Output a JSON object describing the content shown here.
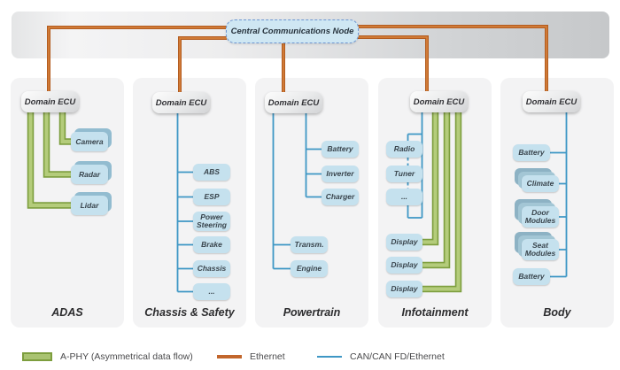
{
  "central_node": {
    "label": "Central Communications Node"
  },
  "domain_ecu_label": "Domain ECU",
  "columns": [
    {
      "name": "ADAS",
      "devices": [
        "Camera",
        "Radar",
        "Lidar"
      ]
    },
    {
      "name": "Chassis & Safety",
      "devices": [
        "ABS",
        "ESP",
        "Power Steering",
        "Brake",
        "Chassis",
        "..."
      ]
    },
    {
      "name": "Powertrain",
      "devices": [
        "Battery",
        "Inverter",
        "Charger",
        "Transm.",
        "Engine"
      ]
    },
    {
      "name": "Infotainment",
      "devices": [
        "Radio",
        "Tuner",
        "...",
        "Display",
        "Display",
        "Display"
      ]
    },
    {
      "name": "Body",
      "devices": [
        "Battery",
        "Climate",
        "Door Modules",
        "Seat Modules",
        "Battery"
      ]
    }
  ],
  "legend": {
    "a_phy": {
      "label": "A-PHY (Asymmetrical data flow)",
      "fill": "#a9c371",
      "border": "#7d9e3e"
    },
    "ethernet": {
      "label": "Ethernet",
      "color": "#c2662c"
    },
    "can": {
      "label": "CAN/CAN FD/Ethernet",
      "color": "#3e97c5"
    }
  }
}
